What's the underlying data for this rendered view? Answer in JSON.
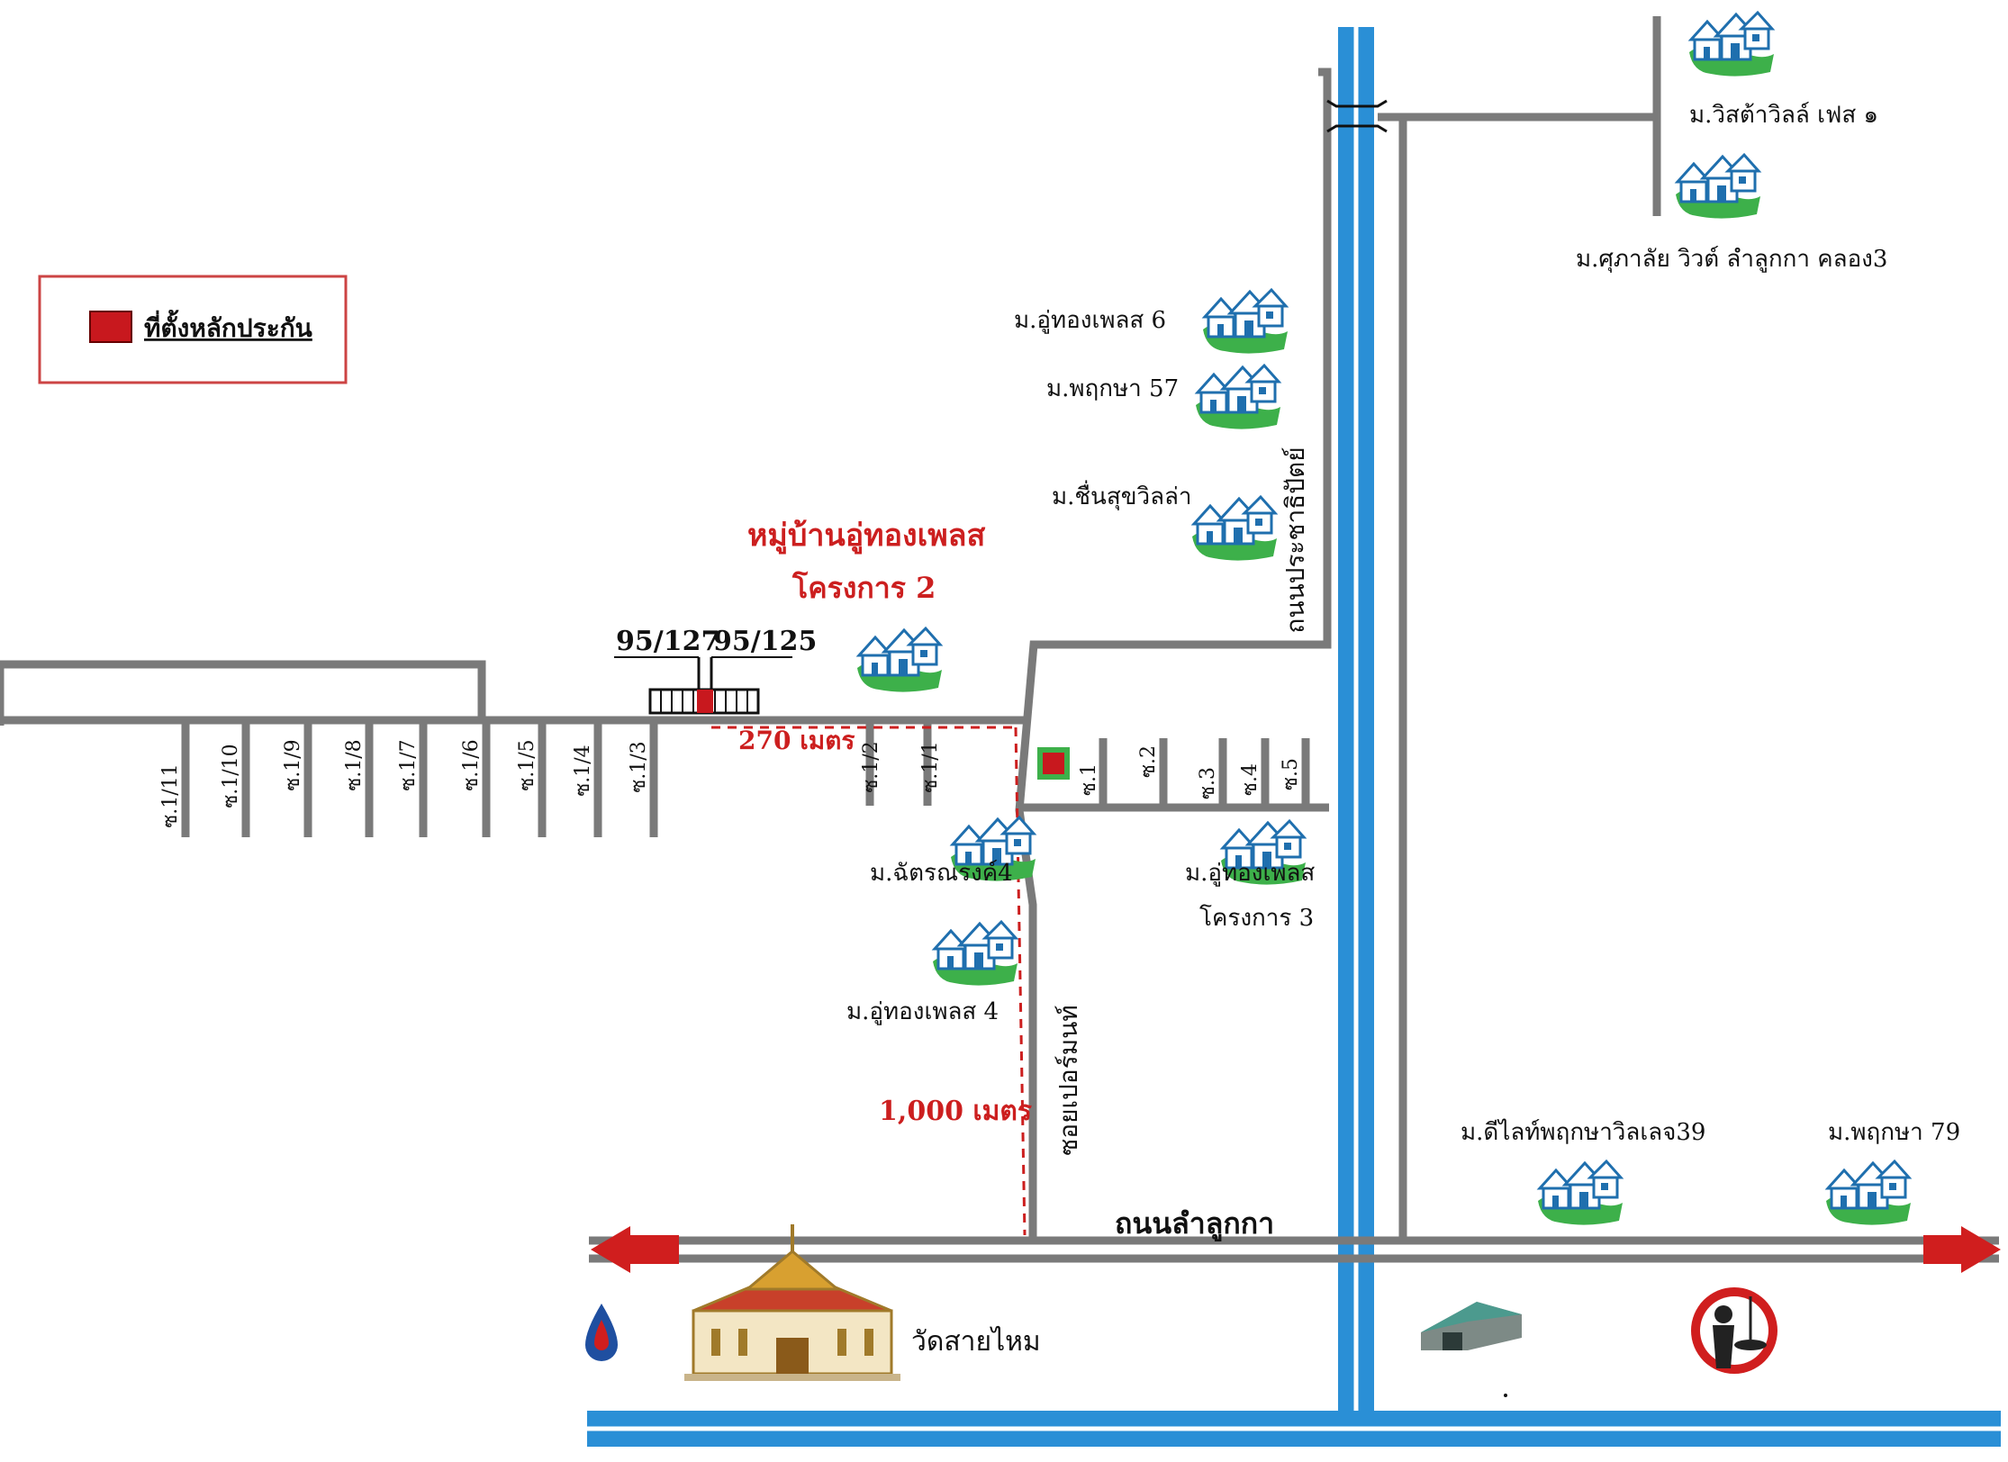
{
  "legend": {
    "label": "ที่ตั้งหลักประกัน",
    "swatch_color": "#c8181e"
  },
  "project": {
    "line1": "หมู่บ้านอู่ทองเพลส",
    "line2": "โครงการ 2"
  },
  "plots": {
    "left": "95/127",
    "right": "95/125"
  },
  "distances": {
    "horizontal": "270 เมตร",
    "vertical": "1,000 เมตร"
  },
  "roads": {
    "main": "ถนนลำลูกกา",
    "prachathip": "ถนนประชาธิปัตย์",
    "side": "ซอยเปอร์มนท์"
  },
  "sois_left": [
    "ซ.1/11",
    "ซ.1/10",
    "ซ.1/9",
    "ซ.1/8",
    "ซ.1/7",
    "ซ.1/6",
    "ซ.1/5",
    "ซ.1/4",
    "ซ.1/3",
    "ซ.1/2",
    "ซ.1/1"
  ],
  "sois_right": [
    "ซ.1",
    "ซ.2",
    "ซ.3",
    "ซ.4",
    "ซ.5"
  ],
  "villages": {
    "v1": "ม.วิสต้าวิลล์ เฟส ๑",
    "v2": "ม.ศุภาลัย วิวต์ ลำลูกกา คลอง3",
    "v3": "ม.อู่ทองเพลส 6",
    "v4": "ม.พฤกษา 57",
    "v5": "ม.ชื่นสุขวิลล่า",
    "v6": "ม.ฉัตรณรงค์4",
    "v7": "ม.อู่ทองเพลส 4",
    "v8a": "ม.อู่ทองเพลส",
    "v8b": "โครงการ 3",
    "v9": "ม.ดีไลท์พฤกษาวิลเลจ39",
    "v10": "ม.พฤกษา 79"
  },
  "temple": "วัดสายไหม",
  "icons": [
    "house-icon",
    "temple-icon",
    "gas-station-icon",
    "warehouse-icon",
    "restaurant-icon",
    "arrow-left-icon",
    "arrow-right-icon"
  ],
  "colors": {
    "road": "#7a7a7a",
    "canal": "#2a8fd6",
    "house": "#2a7fbf",
    "grass": "#3db04a",
    "arrow": "#d01e1e",
    "dashed": "#cc1f1f"
  }
}
